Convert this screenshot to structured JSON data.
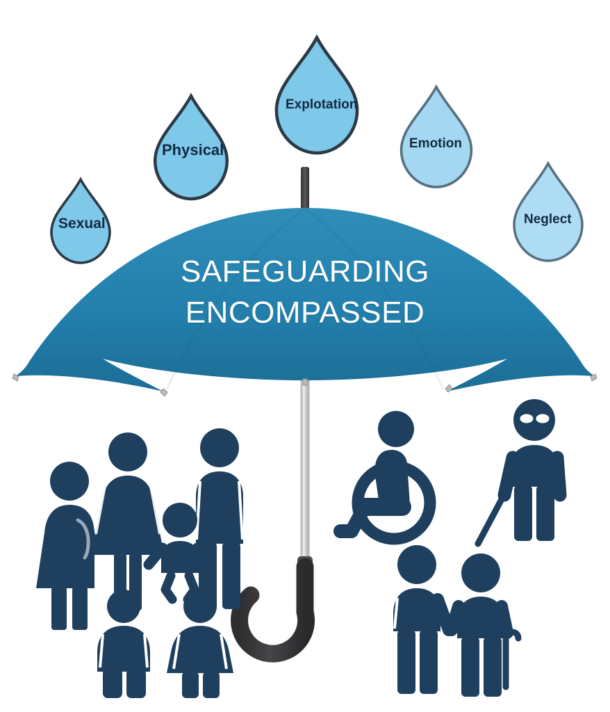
{
  "title": "Safeguarding Encompassed umbrella infographic",
  "umbrella": {
    "line1": "SAFEGUARDING",
    "line2": "ENCOMPASSED",
    "canopy_color": "#2380ad",
    "canopy_color_dark": "#1d6e96",
    "shaft_color": "#c9cbcc",
    "handle_color": "#3a3a3c",
    "ferrule_color": "#4a4a4c",
    "scallop_count": 4
  },
  "droplets": [
    {
      "id": "sexual",
      "label": "Sexual",
      "fill": "#7ec8ea",
      "stroke": "#2b3a45"
    },
    {
      "id": "physical",
      "label": "Physical",
      "fill": "#7ec8ea",
      "stroke": "#2b3a45"
    },
    {
      "id": "exploitation",
      "label": "Explotation",
      "fill": "#7ec8ea",
      "stroke": "#2b3a45"
    },
    {
      "id": "emotion",
      "label": "Emotion",
      "fill": "#a3d7f2",
      "stroke": "#55707f"
    },
    {
      "id": "neglect",
      "label": "Neglect",
      "fill": "#aedcf4",
      "stroke": "#55707f"
    }
  ],
  "people": {
    "color": "#1e3f5e",
    "figures": [
      {
        "id": "pregnant-woman",
        "name": "pregnant woman"
      },
      {
        "id": "woman",
        "name": "woman"
      },
      {
        "id": "man",
        "name": "man"
      },
      {
        "id": "baby",
        "name": "baby"
      },
      {
        "id": "child-boy",
        "name": "boy child"
      },
      {
        "id": "child-girl",
        "name": "girl child"
      },
      {
        "id": "wheelchair-user",
        "name": "wheelchair user"
      },
      {
        "id": "blind-man",
        "name": "blind man with cane"
      },
      {
        "id": "adult-carer",
        "name": "adult carer"
      },
      {
        "id": "elderly-person",
        "name": "elderly person with walking stick"
      }
    ]
  }
}
